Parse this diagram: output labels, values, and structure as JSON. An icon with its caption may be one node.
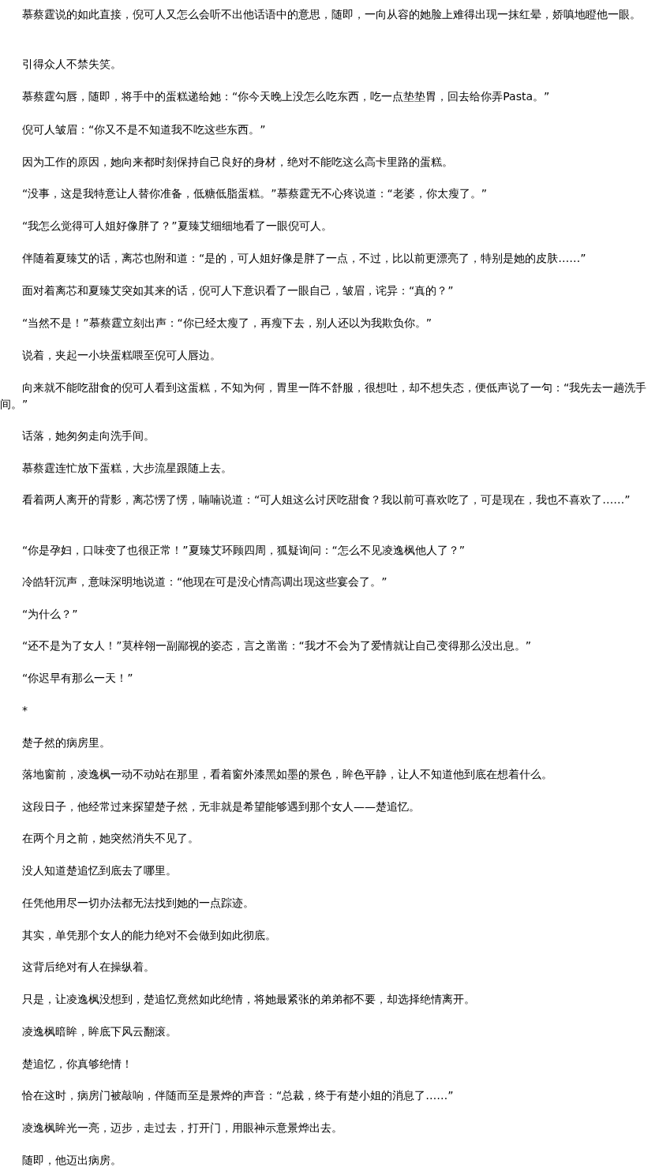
{
  "diagram": {
    "labels": [
      "慕蔡霆说的如此直接，倪可人又怎么会听不出他话语中的意思，随即，一向从容的她脸上难得出现一抹红晕，娇嗔地瞪他一眼。",
      "引得众人不禁失笑。",
      "慕蔡霆勾唇，随即，将手中的蛋糕递给她：“你今天晚上没怎么吃东西，吃一点垫垫胃，回去给你弄Pasta。”",
      "倪可人皱眉：“你又不是不知道我不吃这些东西。”",
      "因为工作的原因，她向来都时刻保持自己良好的身材，绝对不能吃这么高卡里路的蛋糕。",
      "“没事，这是我特意让人替你准备，低糖低脂蛋糕。”慕蔡霆无不心疼说道：“老婆，你太瘦了。”",
      "“我怎么觉得可人姐好像胖了？”夏臻艾细细地看了一眼倪可人。",
      "伴随着夏臻艾的话，离芯也附和道：“是的，可人姐好像是胖了一点，不过，比以前更漂亮了，特别是她的皮肤……”",
      "面对着离芯和夏臻艾突如其来的话，倪可人下意识看了一眼自己，皱眉，诧异：“真的？”",
      "“当然不是！”慕蔡霆立刻出声：“你已经太瘦了，再瘦下去，别人还以为我欺负你。”",
      "说着，夹起一小块蛋糕喂至倪可人唇边。",
      "向来就不能吃甜食的倪可人看到这蛋糕，不知为何，胃里一阵不舒服，很想吐，却不想失态，便低声说了一句：“我先去一趟洗手间。”",
      "话落，她匆匆走向洗手间。",
      "慕蔡霆连忙放下蛋糕，大步流星跟随上去。",
      "看着两人离开的背影，离芯愣了愣，喃喃说道：“可人姐这么讨厌吃甜食？我以前可喜欢吃了，可是现在，我也不喜欢了……”",
      "“你是孕妇，口味变了也很正常！”夏臻艾环顾四周，狐疑询问：“怎么不见凌逸枫他人了？”",
      "冷皓轩沉声，意味深明地说道：“他现在可是没心情高调出现这些宴会了。”",
      "“为什么？”",
      "“还不是为了女人！”莫梓翎一副鄙视的姿态，言之凿凿：“我才不会为了爱情就让自己变得那么没出息。”",
      "“你迟早有那么一天！”",
      "*",
      "楚子然的病房里。",
      "落地窗前，凌逸枫一动不动站在那里，看着窗外漆黑如墨的景色，眸色平静，让人不知道他到底在想着什么。",
      "这段日子，他经常过来探望楚子然，无非就是希望能够遇到那个女人——楚追忆。",
      "在两个月之前，她突然消失不见了。",
      "没人知道楚追忆到底去了哪里。",
      "任凭他用尽一切办法都无法找到她的一点踪迹。",
      "其实，单凭那个女人的能力绝对不会做到如此彻底。",
      "这背后绝对有人在操纵着。",
      "只是，让凌逸枫没想到，楚追忆竟然如此绝情，将她最紧张的弟弟都不要，却选择绝情离开。",
      "凌逸枫暗眸，眸底下风云翻滚。",
      "楚追忆，你真够绝情！",
      "恰在这时，病房门被敲响，伴随而至是景烨的声音：“总裁，终于有楚小姐的消息了……”",
      "凌逸枫眸光一亮，迈步，走过去，打开门，用眼神示意景烨出去。",
      "随即，他迈出病房。"
    ]
  }
}
